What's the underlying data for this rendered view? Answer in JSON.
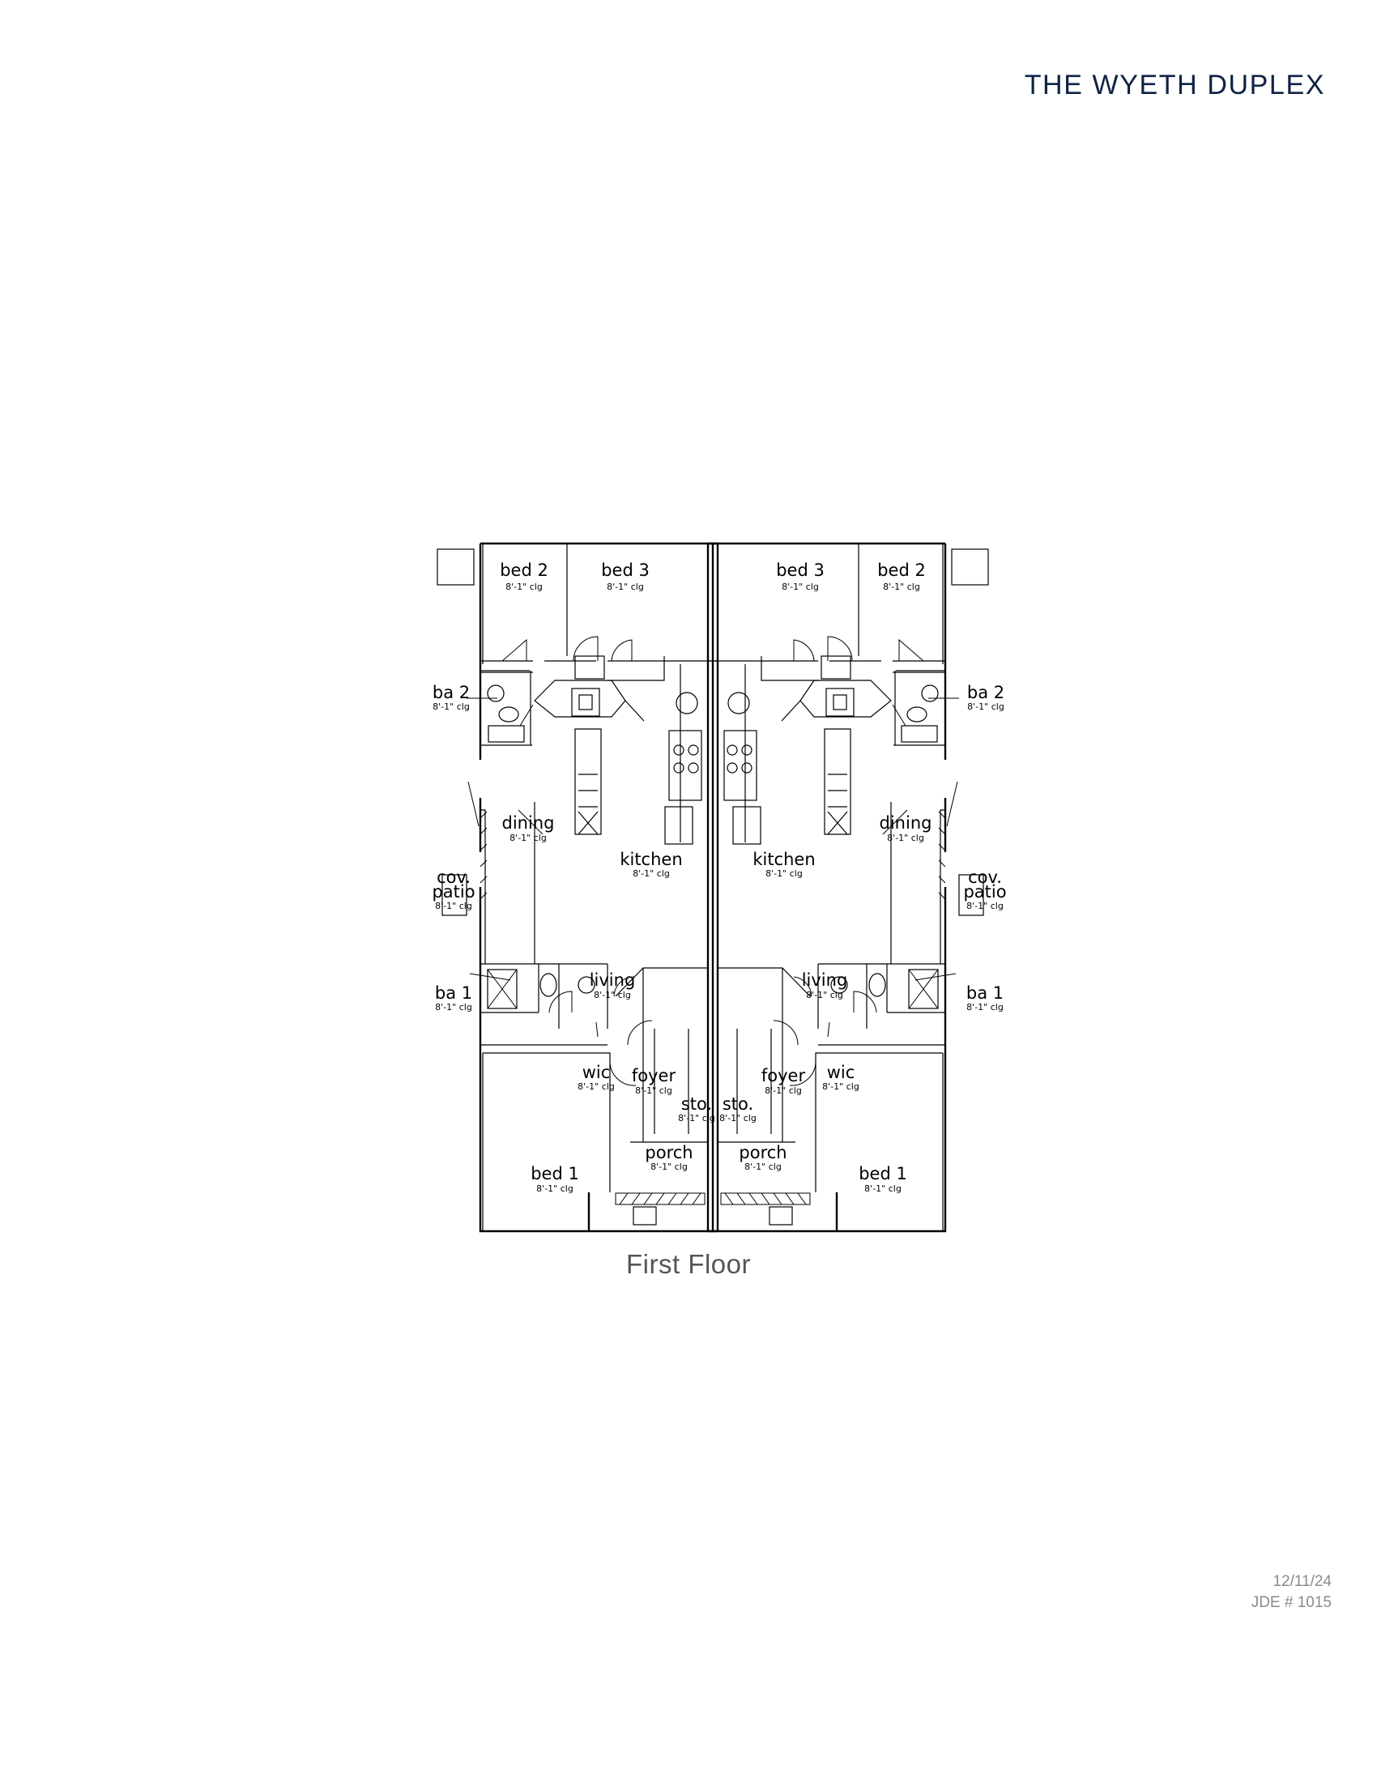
{
  "header": {
    "title": "THE WYETH DUPLEX"
  },
  "plan": {
    "caption": "First Floor",
    "ceiling_note": "8'-1\" clg",
    "rooms": {
      "bed_1": "bed 1",
      "bed_2": "bed 2",
      "bed_3": "bed 3",
      "ba_1": "ba 1",
      "ba_2": "ba 2",
      "dining": "dining",
      "kitchen": "kitchen",
      "living": "living",
      "cov": "cov.",
      "patio": "patio",
      "wic": "wic",
      "foyer": "foyer",
      "sto": "sto.",
      "porch": "porch"
    }
  },
  "footer": {
    "date": "12/11/24",
    "job": "JDE # 1015"
  }
}
